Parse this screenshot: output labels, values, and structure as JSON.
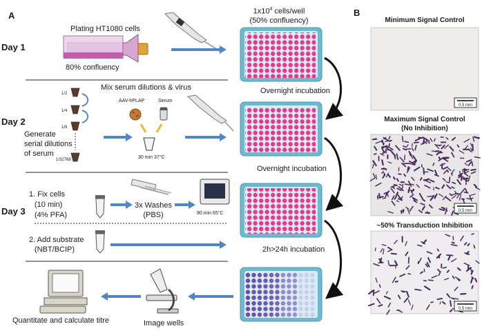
{
  "panels": {
    "a_letter": "A",
    "b_letter": "B"
  },
  "days": {
    "d1": "Day 1",
    "d2": "Day 2",
    "d3": "Day 3"
  },
  "day1": {
    "plating": "Plating HT1080 cells",
    "confluency": "80% confluency",
    "cells_line1_pre": "1x10",
    "cells_line1_sup": "4",
    "cells_line1_post": " cells/well",
    "cells_line2": "(50% confluency)",
    "overnight1": "Overnight incubation"
  },
  "day2": {
    "mix": "Mix serum dilutions & virus",
    "virus": "AAV-hPLAP",
    "serum": "Serum",
    "dilutions": [
      "1/2",
      "1/4",
      "1/8",
      "1/32768"
    ],
    "generate": [
      "Generate",
      "serial dilutions",
      "of serum"
    ],
    "incubate": "30 min 37°C",
    "overnight2": "Overnight incubation"
  },
  "day3": {
    "fix": [
      "1. Fix cells",
      "(10 min)",
      "(4% PFA)"
    ],
    "washes": [
      "3x Washes",
      "(PBS)"
    ],
    "heat": "90 min 65°C",
    "substrate": [
      "2. Add substrate",
      "(NBT/BCIP)"
    ],
    "incubation3": "2h>24h incubation"
  },
  "bottom": {
    "quantitate": "Quantitate and calculate titre",
    "image_wells": "Image wells"
  },
  "panel_b": {
    "min_title": "Minimum Signal Control",
    "max_title_1": "Maximum Signal Control",
    "max_title_2": "(No Inhibition)",
    "half_title": "~50% Transduction Inhibition",
    "scale": "0.5 mm"
  },
  "colors": {
    "arrow": "#4f86c6",
    "plate_frame": "#6fb9cf",
    "plate_bg": "#d8eef4",
    "well_pink": "#e8388f",
    "well_purple": "#6b4aa8",
    "flask_body": "#d7a7d2",
    "flask_cap": "#e2a23b",
    "stain": "#4a2a5e",
    "micro_bg": "#eeede9"
  },
  "icons": [
    "cell-flask-icon",
    "pipette-icon",
    "well-plate-icon",
    "dilution-tube-icon",
    "virus-icon",
    "serum-vial-icon",
    "falcon-tube-icon",
    "multichannel-pipette-icon",
    "oven-icon",
    "microscope-icon",
    "computer-icon"
  ]
}
